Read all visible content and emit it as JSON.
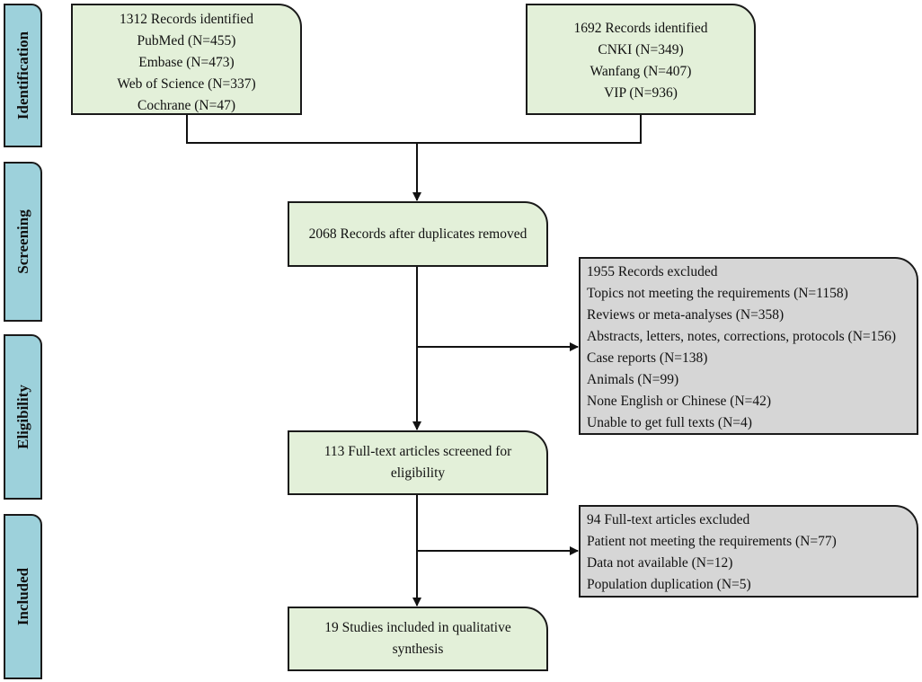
{
  "stages": {
    "identification": "Identification",
    "screening": "Screening",
    "eligibility": "Eligibility",
    "included": "Included"
  },
  "identification_left": {
    "title": "1312 Records identified",
    "items": [
      "PubMed (N=455)",
      "Embase (N=473)",
      "Web of Science (N=337)",
      "Cochrane (N=47)"
    ]
  },
  "identification_right": {
    "title": "1692 Records identified",
    "items": [
      "CNKI (N=349)",
      "Wanfang (N=407)",
      "VIP (N=936)"
    ]
  },
  "after_duplicates": {
    "text": "2068 Records after duplicates removed"
  },
  "records_excluded": {
    "title": "1955 Records excluded",
    "items": [
      "Topics not meeting the requirements (N=1158)",
      "Reviews or meta-analyses (N=358)",
      "Abstracts, letters, notes, corrections, protocols (N=156)",
      "Case reports (N=138)",
      "Animals (N=99)",
      "None English or Chinese (N=42)",
      "Unable to get full texts (N=4)"
    ]
  },
  "full_text_screened": {
    "line1": "113 Full-text articles screened for",
    "line2": "eligibility"
  },
  "full_text_excluded": {
    "title": "94 Full-text articles excluded",
    "items": [
      "Patient not meeting the requirements (N=77)",
      "Data not available (N=12)",
      "Population duplication (N=5)"
    ]
  },
  "studies_included": {
    "line1": "19 Studies included in qualitative",
    "line2": "synthesis"
  }
}
